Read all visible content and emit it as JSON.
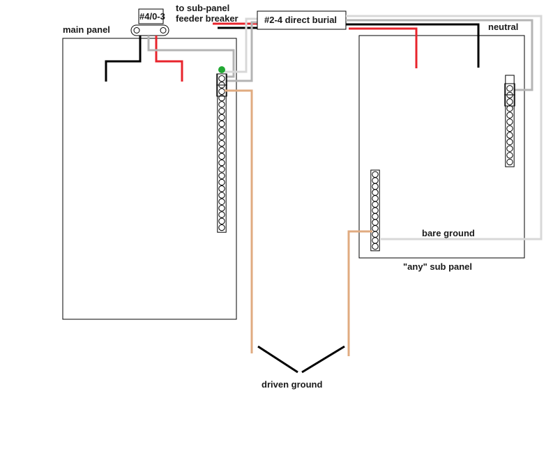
{
  "labels": {
    "main_panel": "main panel",
    "feeder_breaker_line1": "to sub-panel",
    "feeder_breaker_line2": "feeder breaker",
    "breaker_size": "#4/0-3",
    "cable": "#2-4 direct burial",
    "neutral": "neutral",
    "bare_ground": "bare ground",
    "sub_panel": "\"any\" sub panel",
    "driven_ground": "driven ground"
  },
  "colors": {
    "hot_black": "#000000",
    "hot_red": "#e8242c",
    "neutral_gray": "#b4b4b4",
    "ground_light_gray": "#d8d8d8",
    "ground_copper": "#e0ab80",
    "bond_screw_green": "#21a833",
    "outline": "#000000"
  },
  "main_panel_bus_terminals": 24,
  "sub_panel_neutral_bar_terminals": 12,
  "sub_panel_ground_bar_terminals": 13
}
